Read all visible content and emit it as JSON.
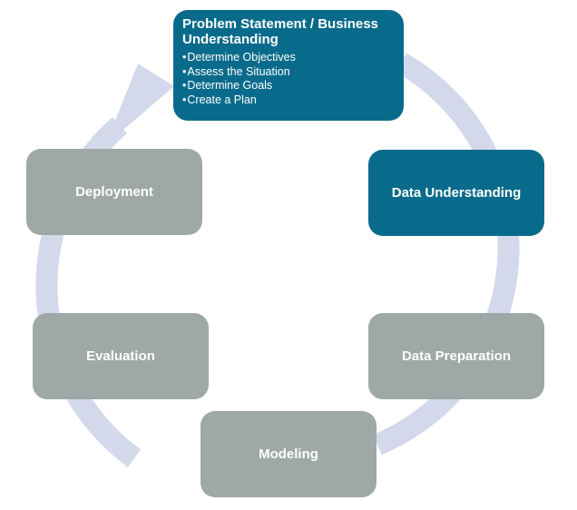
{
  "diagram": {
    "colors": {
      "ring": "#d3d8ea",
      "gray_node": "#9ea8a6",
      "blue_node": "#096b8b",
      "text": "#ffffff"
    },
    "nodes": {
      "problem": {
        "title": "Problem Statement / Business Understanding",
        "bullets": [
          "Determine Objectives",
          "Assess the Situation",
          "Determine Goals",
          "Create a Plan"
        ]
      },
      "data_understanding": {
        "label": "Data Understanding"
      },
      "data_preparation": {
        "label": "Data Preparation"
      },
      "modeling": {
        "label": "Modeling"
      },
      "evaluation": {
        "label": "Evaluation"
      },
      "deployment": {
        "label": "Deployment"
      }
    }
  }
}
